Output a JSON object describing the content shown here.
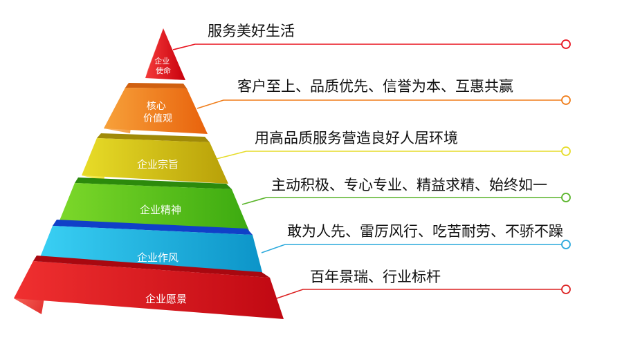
{
  "tiers": [
    {
      "label_lines": [
        "企业",
        "使命"
      ],
      "description": "服务美好生活",
      "color": "#e8101c",
      "line_color": "#e8101c"
    },
    {
      "label_lines": [
        "核心",
        "价值观"
      ],
      "description": "客户至上、品质优先、信誉为本、互惠共赢",
      "color": "#f07c18",
      "line_color": "#f07c18"
    },
    {
      "label_lines": [
        "企业宗旨"
      ],
      "description": "用高品质服务营造良好人居环境",
      "color": "#d8c414",
      "line_color": "#e6dc28"
    },
    {
      "label_lines": [
        "企业精神"
      ],
      "description": "主动积极、专心专业、精益求精、始终如一",
      "color": "#5cc41a",
      "line_color": "#58b428"
    },
    {
      "label_lines": [
        "企业作风"
      ],
      "description": "敢为人先、雷厉风行、吃苦耐劳、不骄不躁",
      "color": "#18b4e0",
      "line_color": "#28a8dc"
    },
    {
      "label_lines": [
        "企业愿景"
      ],
      "description": "百年景瑞、行业标杆",
      "color": "#dc1018",
      "line_color": "#dc2020"
    }
  ]
}
